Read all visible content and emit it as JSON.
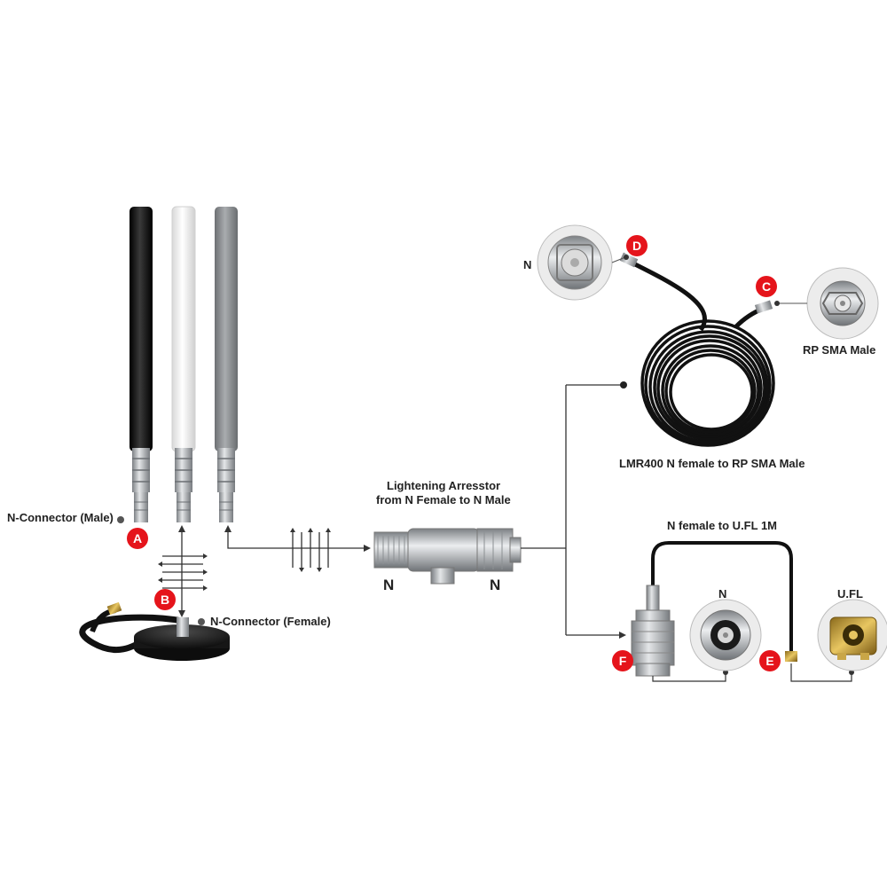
{
  "labels": {
    "n_connector_male": "N-Connector (Male)",
    "n_connector_female": "N-Connector (Female)",
    "arrestor_title_line1": "Lightening Arresstor",
    "arrestor_title_line2": "from N Female to N Male",
    "arrestor_left_n": "N",
    "arrestor_right_n": "N",
    "cable_d_connector": "N",
    "cable_c_connector": "RP SMA Male",
    "lmr_cable": "LMR400 N female to RP SMA Male",
    "ufl_cable": "N female to U.FL 1M",
    "ufl_n_connector": "N",
    "ufl_connector": "U.FL"
  },
  "badges": {
    "a": "A",
    "b": "B",
    "c": "C",
    "d": "D",
    "e": "E",
    "f": "F"
  },
  "antennas": [
    {
      "color": "black",
      "hex": "#111111"
    },
    {
      "color": "white",
      "hex": "#f3f3f3"
    },
    {
      "color": "gray",
      "hex": "#8a8d90"
    }
  ],
  "colors": {
    "badge": "#e5141b",
    "line": "#333333",
    "cable": "#111111",
    "metal": "#b8bcbf"
  }
}
